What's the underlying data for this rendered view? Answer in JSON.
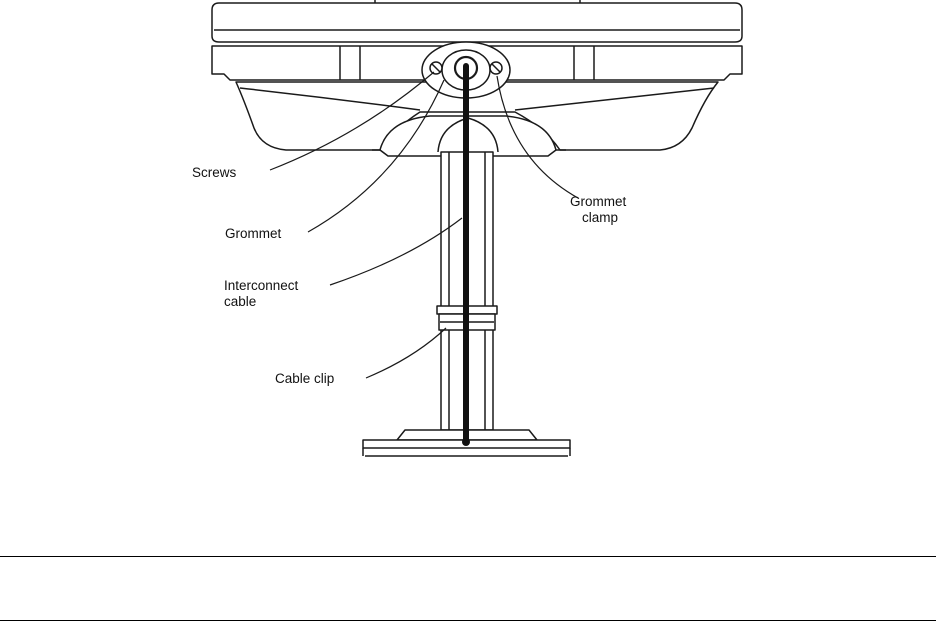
{
  "figure": {
    "colors": {
      "line": "#1a1a1a",
      "fill": "#ffffff",
      "cable": "#111111"
    },
    "callouts": {
      "screws": "Screws",
      "grommet": "Grommet",
      "grommet_clamp": [
        "Grommet",
        "clamp"
      ],
      "interconnect_cable": [
        "Interconnect",
        "cable"
      ],
      "cable_clip": "Cable clip"
    }
  }
}
